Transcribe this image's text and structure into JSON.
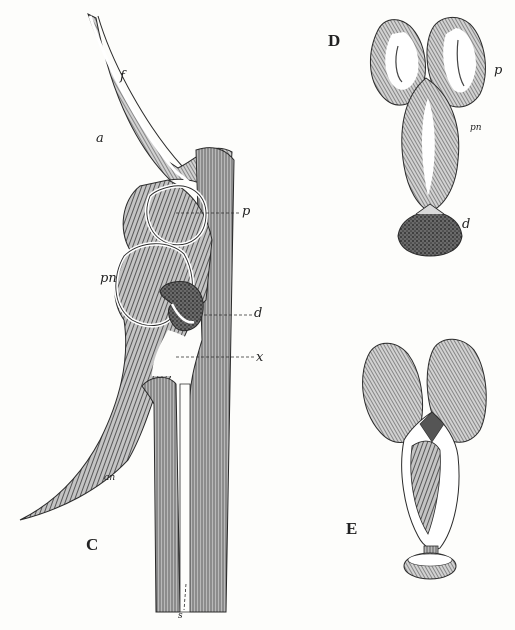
{
  "panels": {
    "C": {
      "panel_label": "C",
      "labels": {
        "f": "f",
        "a": "a",
        "p": "p",
        "pn": "pn",
        "d": "d",
        "x": "x",
        "an": "an",
        "s": "s"
      }
    },
    "D": {
      "panel_label": "D",
      "labels": {
        "p": "p",
        "pn": "pn",
        "d": "d"
      }
    },
    "E": {
      "panel_label": "E"
    }
  },
  "colors": {
    "ink": "#2a2a2a",
    "paper": "#fdfdfb",
    "tissue": "#8a8a8a",
    "highlight": "#ffffff"
  }
}
